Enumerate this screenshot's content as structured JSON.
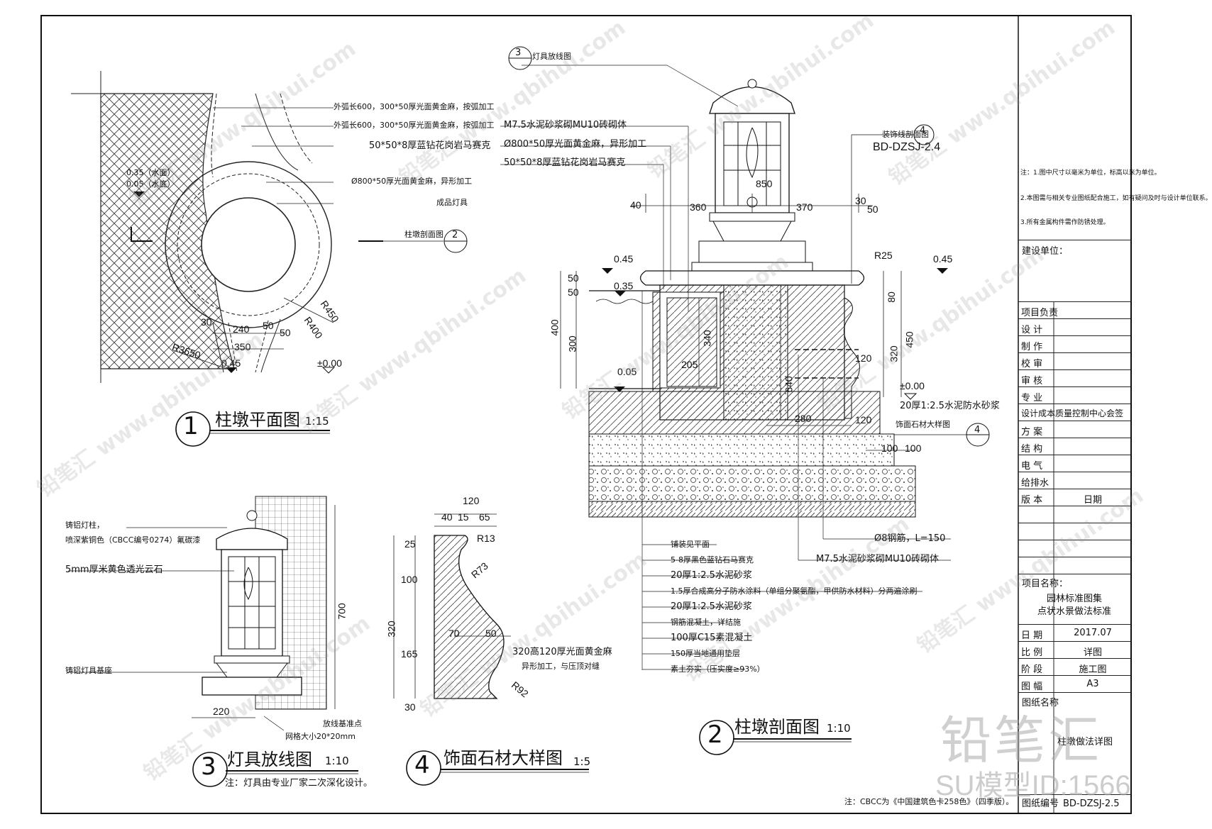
{
  "title_block": {
    "notes": [
      "注：1.图中尺寸以毫米为单位，标高以米为单位。",
      "2.本图需与相关专业图纸配合施工，如有疑问及时与设计单位联系。",
      "3.所有金属构件需作防锈处理。"
    ],
    "client_label": "建设单位：",
    "roles": [
      {
        "key": "项目负责",
        "value": ""
      },
      {
        "key": "设 计",
        "value": ""
      },
      {
        "key": "制 作",
        "value": ""
      },
      {
        "key": "校 审",
        "value": ""
      },
      {
        "key": "审 核",
        "value": ""
      },
      {
        "key": "专 业",
        "value": ""
      }
    ],
    "company": "设计成本质量控制中心会签",
    "disciplines": [
      {
        "key": "方 案",
        "value": ""
      },
      {
        "key": "结 构",
        "value": ""
      },
      {
        "key": "电 气",
        "value": ""
      },
      {
        "key": "给排水",
        "value": ""
      },
      {
        "key": "版 本",
        "value": "日期"
      }
    ],
    "project_label": "项目名称：",
    "project_name_1": "园林标准图集",
    "project_name_2": "点状水景做法标准",
    "meta": [
      {
        "key": "日 期",
        "value": "2017.07"
      },
      {
        "key": "比 例",
        "value": "详图"
      },
      {
        "key": "阶 段",
        "value": "施工图"
      },
      {
        "key": "图 幅",
        "value": "A3"
      }
    ],
    "drawing_name_label": "图纸名称",
    "drawing_name": "柱墩做法详图",
    "drawing_no_label": "图纸编号",
    "drawing_no": "BD-DZSJ-2.5"
  },
  "plan": {
    "annotations": [
      "外弧长600，300*50厚光面黄金麻，按弧加工",
      "外弧长600，300*50厚光面黄金麻，按弧加工",
      "50*50*8厚蓝钻花岗岩马赛克",
      "Ø800*50厚光面黄金麻，异形加工",
      "成品灯具"
    ],
    "level_water": "0.35（水面）",
    "level_pool": "0.05（水底）",
    "level_ground": "0.45",
    "level_zero": "±0.00",
    "dims": [
      "30",
      "240",
      "50",
      "50",
      "350",
      "R3650",
      "R450",
      "R400"
    ],
    "section_ref_label": "柱墩剖面图",
    "section_ref_no": "2",
    "title_no": "1",
    "title": "柱墩平面图",
    "scale": "1:15"
  },
  "lamp": {
    "labels": [
      "铸铝灯柱，",
      "喷深紫铜色（CBCC编号0274）氟碳漆",
      "5mm厚米黄色透光云石",
      "铸铝灯具基座"
    ],
    "dim_height": "700",
    "dim_width": "220",
    "grid_note": "放线基准点",
    "grid_size": "网格大小20*20mm",
    "title_no": "3",
    "title": "灯具放线图",
    "scale": "1:10",
    "note": "注：灯具由专业厂家二次深化设计。"
  },
  "stone": {
    "dims_top": [
      "120",
      "40",
      "15",
      "65"
    ],
    "dims_side": [
      "25",
      "100",
      "165",
      "30",
      "320"
    ],
    "radii": [
      "R13",
      "R73",
      "R92"
    ],
    "inner_dims": [
      "70",
      "50"
    ],
    "material_1": "320高120厚光面黄金麻",
    "material_2": "异形加工，与压顶对缝",
    "title_no": "4",
    "title": "饰面石材大样图",
    "scale": "1:5"
  },
  "section": {
    "lamp_ref_label": "灯具放线图",
    "lamp_ref_no": "3",
    "detail_ref_label": "装饰线剖面图",
    "detail_ref_no": "4",
    "detail_ref_sheet": "BD-DZSJ-2.4",
    "annotations": [
      "M7.5水泥砂浆砌MU10砖砌体",
      "Ø800*50厚光面黄金麻，异形加工",
      "50*50*8厚蓝钻花岗岩马赛克"
    ],
    "dims": [
      "40",
      "360",
      "850",
      "370",
      "30",
      "50",
      "R25",
      "0.45",
      "0.45",
      "0.35",
      "50",
      "50",
      "400",
      "300",
      "340",
      "205",
      "0.05",
      "640",
      "280",
      "80",
      "450",
      "320",
      "120",
      "120",
      "100",
      "100",
      "±0.00"
    ],
    "right_labels": [
      "20厚1:2.5水泥防水砂浆",
      "饰面石材大样图"
    ],
    "stone_ref_no": "4",
    "layers": [
      "铺装见平面",
      "5-8厚黑色蓝钻石马赛克",
      "20厚1:2.5水泥砂浆",
      "1.5厚合成高分子防水涂料（单组分聚氨酯，甲供防水材料）分两遍涂刷",
      "20厚1:2.5水泥砂浆",
      "钢筋混凝土，详结施",
      "100厚C15素混凝土",
      "150厚当地通用垫层",
      "素土夯实（压实度≥93%）"
    ],
    "rebar": "Ø8钢筋，L=150",
    "brick": "M7.5水泥砂浆砌MU10砖砌体",
    "title_no": "2",
    "title": "柱墩剖面图",
    "scale": "1:10",
    "footnote": "注：CBCC为《中国建筑色卡258色》（四季版）。"
  },
  "watermark": {
    "brand": "铅笔汇",
    "id_text": "SU模型ID:1566",
    "tile_text": "铅笔汇 www.qbihui.com"
  }
}
